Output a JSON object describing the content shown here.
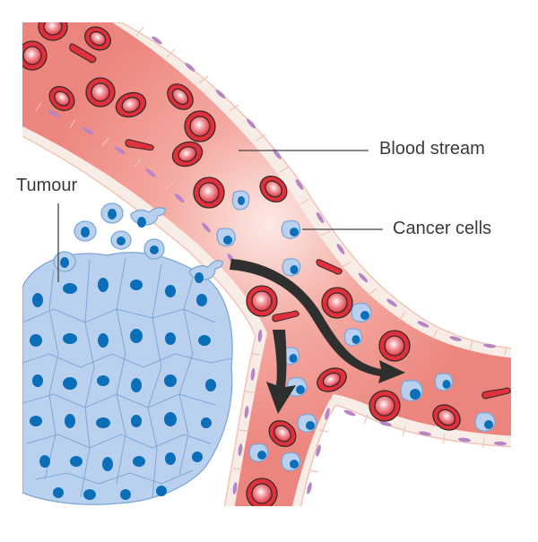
{
  "diagram": {
    "type": "illustration",
    "subject": "Cancer metastasis: tumour cells entering the blood stream",
    "labels": {
      "blood_stream": "Blood stream",
      "cancer_cells": "Cancer cells",
      "tumour": "Tumour"
    },
    "colors": {
      "vessel_lumen": "#ee8a82",
      "vessel_lumen_light": "#fbe4e0",
      "vessel_wall": "#f8ece6",
      "vessel_wall_stroke": "#f0c4b8",
      "endothelial_nucleus": "#b785c6",
      "red_cell_fill": "#e0303c",
      "red_cell_stroke": "#3a2a2a",
      "red_cell_center": "#f7b8bc",
      "cancer_cell_fill": "#b9d1ee",
      "cancer_cell_stroke": "#7ea7d8",
      "cancer_nucleus": "#0a6fb8",
      "arrow": "#2f2f2f",
      "label_text": "#3a3a3a",
      "leader_line": "#444444"
    },
    "arrows": [
      {
        "name": "arrow-to-right-branch",
        "meaning": "cancer cells flowing along main vessel"
      },
      {
        "name": "arrow-to-lower-branch",
        "meaning": "cancer cells flowing into branch vessel"
      }
    ]
  }
}
